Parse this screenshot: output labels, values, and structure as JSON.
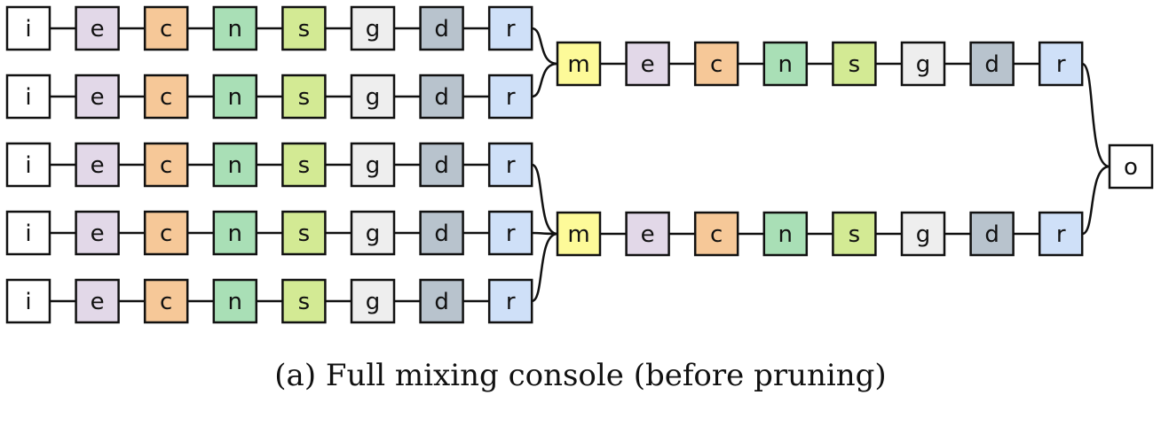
{
  "caption": "(a) Full mixing console (before pruning)",
  "colors": {
    "i": {
      "fill": "#ffffff",
      "stroke": "#1a2ed6"
    },
    "e": {
      "fill": "#e2d8e8",
      "stroke": "#111111"
    },
    "c": {
      "fill": "#f6c898",
      "stroke": "#111111"
    },
    "n": {
      "fill": "#a9dfb6",
      "stroke": "#111111"
    },
    "s": {
      "fill": "#d3ea94",
      "stroke": "#111111"
    },
    "g": {
      "fill": "#eeeeee",
      "stroke": "#111111"
    },
    "d": {
      "fill": "#b8c3cd",
      "stroke": "#111111"
    },
    "r": {
      "fill": "#cfe0f8",
      "stroke": "#111111"
    },
    "m": {
      "fill": "#fdfa99",
      "stroke": "#111111"
    },
    "o": {
      "fill": "#ffffff",
      "stroke": "#d9382a"
    }
  },
  "diagram": {
    "input_chains": [
      {
        "nodes": [
          "i",
          "e",
          "c",
          "n",
          "s",
          "g",
          "d",
          "r"
        ],
        "feeds": 0
      },
      {
        "nodes": [
          "i",
          "e",
          "c",
          "n",
          "s",
          "g",
          "d",
          "r"
        ],
        "feeds": 0
      },
      {
        "nodes": [
          "i",
          "e",
          "c",
          "n",
          "s",
          "g",
          "d",
          "r"
        ],
        "feeds": 1
      },
      {
        "nodes": [
          "i",
          "e",
          "c",
          "n",
          "s",
          "g",
          "d",
          "r"
        ],
        "feeds": 1
      },
      {
        "nodes": [
          "i",
          "e",
          "c",
          "n",
          "s",
          "g",
          "d",
          "r"
        ],
        "feeds": 1
      }
    ],
    "bus_chains": [
      {
        "nodes": [
          "m",
          "e",
          "c",
          "n",
          "s",
          "g",
          "d",
          "r"
        ]
      },
      {
        "nodes": [
          "m",
          "e",
          "c",
          "n",
          "s",
          "g",
          "d",
          "r"
        ]
      }
    ],
    "output": {
      "label": "o"
    }
  }
}
